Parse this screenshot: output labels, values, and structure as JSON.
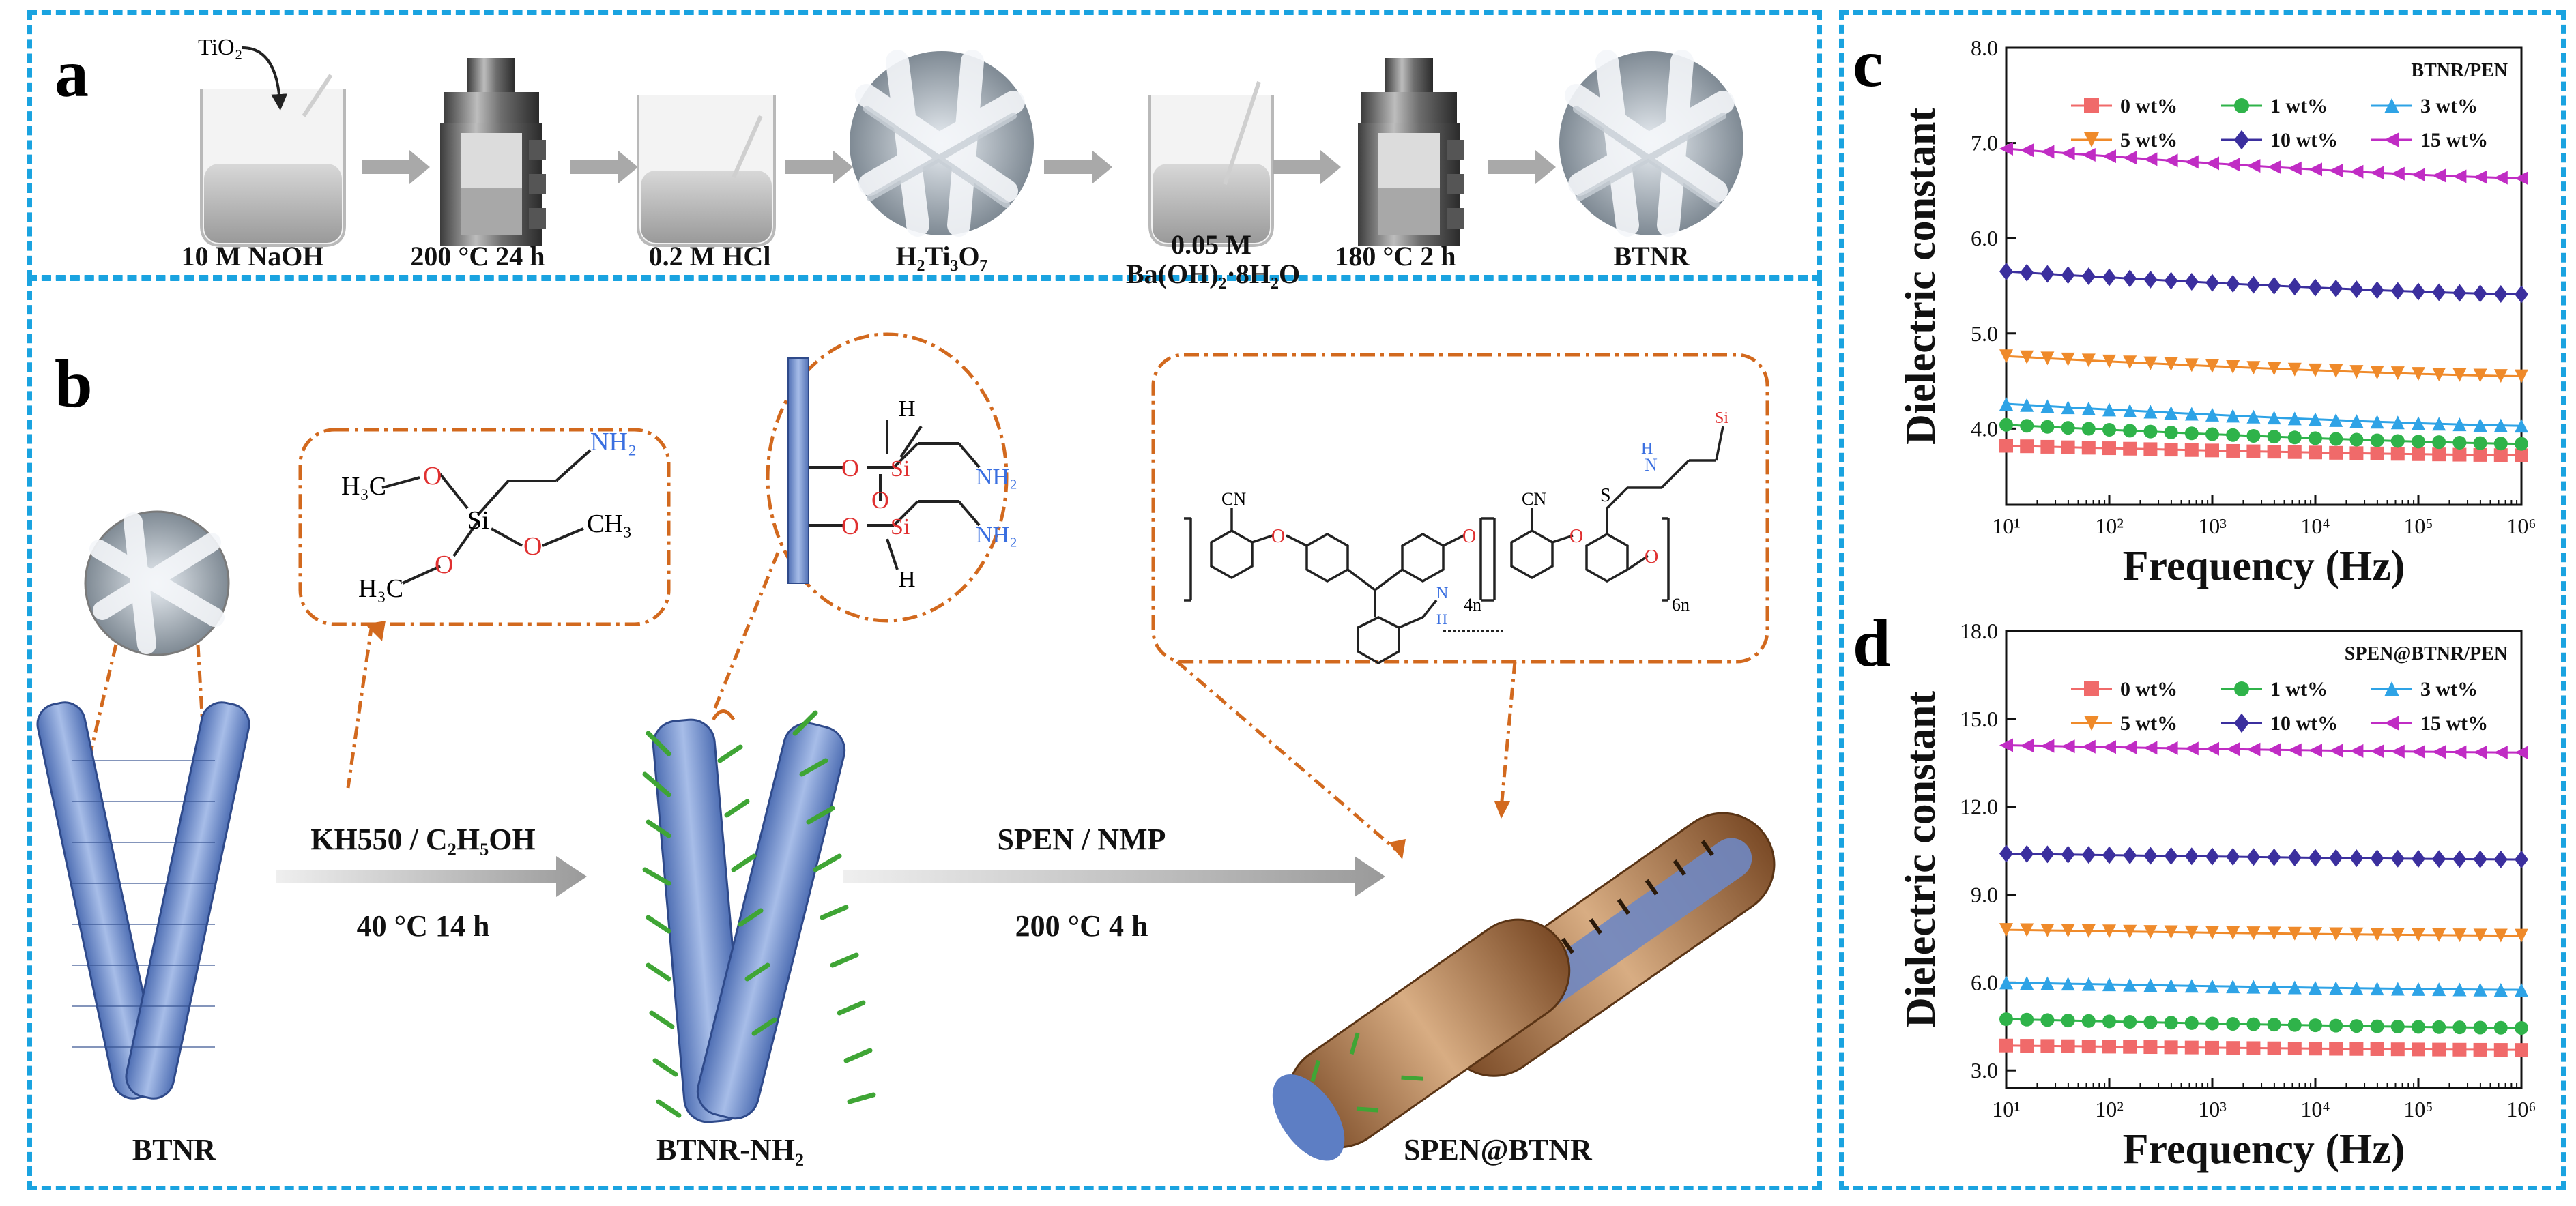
{
  "panels": {
    "a": {
      "letter": "a",
      "reactant": "TiO₂",
      "steps": [
        "10 M NaOH",
        "200 °C 24 h",
        "0.2 M HCl",
        "H₂Ti₃O₇",
        "0.05 M",
        "Ba(OH)₂·8H₂O",
        "180 °C 2 h",
        "BTNR"
      ]
    },
    "b": {
      "letter": "b",
      "btnr_label": "BTNR",
      "btnr_nh2_label": "BTNR-NH₂",
      "spen_btnr_label": "SPEN@BTNR",
      "arrow1_top": "KH550 / C₂H₅OH",
      "arrow1_bottom": "40 °C 14 h",
      "arrow2_top": "SPEN / NMP",
      "arrow2_bottom": "200 °C 4 h",
      "silane": {
        "h3c_1": "H₃C",
        "h3c_2": "H₃C",
        "ch3": "CH₃",
        "o": "O",
        "si": "Si",
        "nh2": "NH₂"
      },
      "surface": {
        "o": "O",
        "si": "Si",
        "h": "H",
        "nh2": "NH₂"
      },
      "polymer": {
        "cn": "CN",
        "o": "O",
        "n": "N",
        "h": "H",
        "s": "S",
        "si": "Si",
        "sub1": "4n",
        "sub2": "6n"
      }
    },
    "c": {
      "letter": "c"
    },
    "d": {
      "letter": "d"
    }
  },
  "chart_data": [
    {
      "type": "line",
      "panel": "c",
      "title": "BTNR/PEN",
      "xlabel": "Frequency (Hz)",
      "ylabel": "Dielectric constant",
      "xscale": "log",
      "xlim": [
        10,
        1000000
      ],
      "ylim": [
        3.2,
        8.0
      ],
      "yticks": [
        "4.0",
        "5.0",
        "6.0",
        "7.0",
        "8.0"
      ],
      "xticks": [
        "10¹",
        "10²",
        "10³",
        "10⁴",
        "10⁵",
        "10⁶"
      ],
      "legend_position": "top-right",
      "series": [
        {
          "name": "0 wt%",
          "color": "#f06a6a",
          "marker": "square",
          "start": 3.82,
          "end": 3.72
        },
        {
          "name": "1 wt%",
          "color": "#2fb34a",
          "marker": "circle",
          "start": 4.04,
          "end": 3.84
        },
        {
          "name": "3 wt%",
          "color": "#2ea3e6",
          "marker": "triangle-up",
          "start": 4.26,
          "end": 4.03
        },
        {
          "name": "5 wt%",
          "color": "#ef8a2a",
          "marker": "triangle-down",
          "start": 4.76,
          "end": 4.55
        },
        {
          "name": "10 wt%",
          "color": "#3b2f9e",
          "marker": "diamond",
          "start": 5.65,
          "end": 5.41
        },
        {
          "name": "15 wt%",
          "color": "#c02cc4",
          "marker": "triangle-left",
          "start": 6.94,
          "end": 6.63
        }
      ]
    },
    {
      "type": "line",
      "panel": "d",
      "title": "SPEN@BTNR/PEN",
      "xlabel": "Frequency (Hz)",
      "ylabel": "Dielectric constant",
      "xscale": "log",
      "xlim": [
        10,
        1000000
      ],
      "ylim": [
        2.4,
        18.0
      ],
      "yticks": [
        "3.0",
        "6.0",
        "9.0",
        "12.0",
        "15.0",
        "18.0"
      ],
      "xticks": [
        "10¹",
        "10²",
        "10³",
        "10⁴",
        "10⁵",
        "10⁶"
      ],
      "legend_position": "top-right",
      "series": [
        {
          "name": "0 wt%",
          "color": "#f06a6a",
          "marker": "square",
          "start": 3.85,
          "end": 3.7
        },
        {
          "name": "1 wt%",
          "color": "#2fb34a",
          "marker": "circle",
          "start": 4.75,
          "end": 4.45
        },
        {
          "name": "3 wt%",
          "color": "#2ea3e6",
          "marker": "triangle-up",
          "start": 6.0,
          "end": 5.75
        },
        {
          "name": "5 wt%",
          "color": "#ef8a2a",
          "marker": "triangle-down",
          "start": 7.8,
          "end": 7.6
        },
        {
          "name": "10 wt%",
          "color": "#3b2f9e",
          "marker": "diamond",
          "start": 10.4,
          "end": 10.2
        },
        {
          "name": "15 wt%",
          "color": "#c02cc4",
          "marker": "triangle-left",
          "start": 14.1,
          "end": 13.85
        }
      ]
    }
  ]
}
